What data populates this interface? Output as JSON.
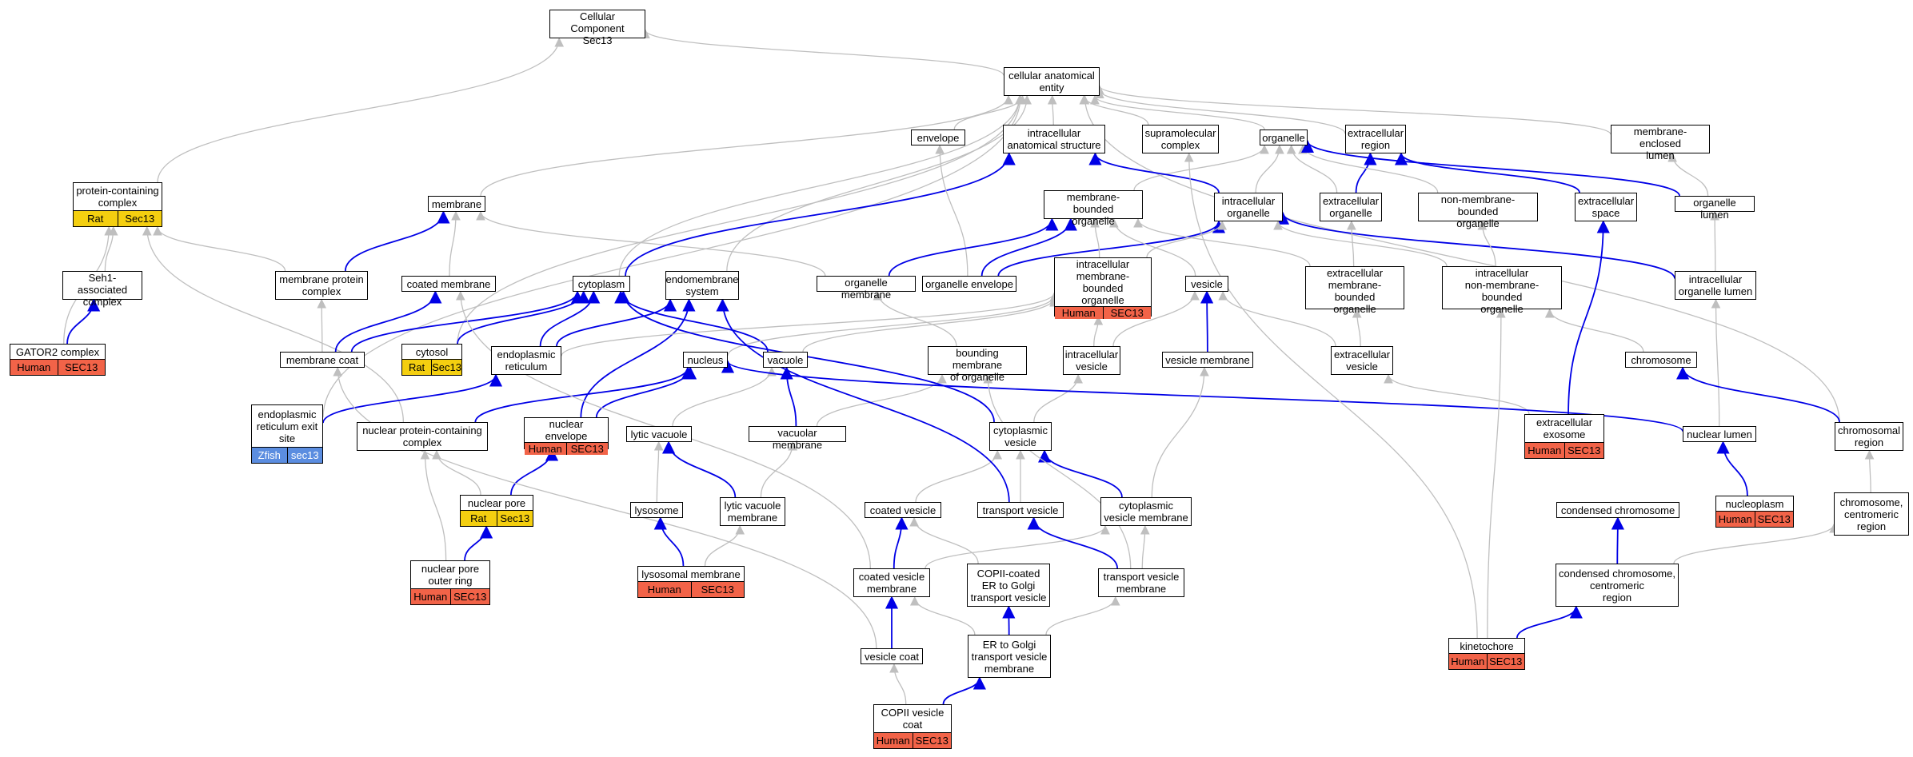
{
  "colors": {
    "grey_edge": "#bfbfbf",
    "blue_edge": "#0000e6",
    "Human": "#f26348",
    "Rat": "#f4cf10",
    "Zfish": "#5b8de0"
  },
  "nodes": [
    {
      "id": "cc",
      "label": "Cellular Component\nSec13",
      "tags": []
    },
    {
      "id": "cae",
      "label": "cellular anatomical\nentity",
      "tags": []
    },
    {
      "id": "pcc",
      "label": "protein-containing\ncomplex",
      "tags": [
        {
          "org": "Rat",
          "gene": "Sec13"
        }
      ]
    },
    {
      "id": "seh1",
      "label": "Seh1-associated\ncomplex",
      "tags": []
    },
    {
      "id": "gator2",
      "label": "GATOR2 complex",
      "tags": [
        {
          "org": "Human",
          "gene": "SEC13"
        }
      ]
    },
    {
      "id": "membrane",
      "label": "membrane",
      "tags": []
    },
    {
      "id": "mpc",
      "label": "membrane protein\ncomplex",
      "tags": []
    },
    {
      "id": "coatmem",
      "label": "coated membrane",
      "tags": []
    },
    {
      "id": "mcoat",
      "label": "membrane coat",
      "tags": []
    },
    {
      "id": "cytosol",
      "label": "cytosol",
      "tags": [
        {
          "org": "Rat",
          "gene": "Sec13"
        }
      ]
    },
    {
      "id": "eres",
      "label": "endoplasmic\nreticulum exit\nsite",
      "tags": [
        {
          "org": "Zfish",
          "gene": "sec13"
        }
      ]
    },
    {
      "id": "npc",
      "label": "nuclear protein-containing\ncomplex",
      "tags": []
    },
    {
      "id": "npore",
      "label": "nuclear pore",
      "tags": [
        {
          "org": "Rat",
          "gene": "Sec13"
        }
      ]
    },
    {
      "id": "npor",
      "label": "nuclear pore\nouter ring",
      "tags": [
        {
          "org": "Human",
          "gene": "SEC13"
        }
      ]
    },
    {
      "id": "cytoplasm",
      "label": "cytoplasm",
      "tags": []
    },
    {
      "id": "endomem",
      "label": "endomembrane\nsystem",
      "tags": []
    },
    {
      "id": "er",
      "label": "endoplasmic\nreticulum",
      "tags": []
    },
    {
      "id": "nucleus",
      "label": "nucleus",
      "tags": []
    },
    {
      "id": "vacuole",
      "label": "vacuole",
      "tags": []
    },
    {
      "id": "nenv",
      "label": "nuclear envelope",
      "tags": [
        {
          "org": "Human",
          "gene": "SEC13"
        }
      ]
    },
    {
      "id": "lvac",
      "label": "lytic vacuole",
      "tags": []
    },
    {
      "id": "vacmem",
      "label": "vacuolar membrane",
      "tags": []
    },
    {
      "id": "lysosome",
      "label": "lysosome",
      "tags": []
    },
    {
      "id": "lvacmem",
      "label": "lytic vacuole\nmembrane",
      "tags": []
    },
    {
      "id": "lysomem",
      "label": "lysosomal membrane",
      "tags": [
        {
          "org": "Human",
          "gene": "SEC13"
        }
      ]
    },
    {
      "id": "envelope",
      "label": "envelope",
      "tags": []
    },
    {
      "id": "ias",
      "label": "intracellular\nanatomical structure",
      "tags": []
    },
    {
      "id": "supra",
      "label": "supramolecular\ncomplex",
      "tags": []
    },
    {
      "id": "organelle",
      "label": "organelle",
      "tags": []
    },
    {
      "id": "extreg",
      "label": "extracellular\nregion",
      "tags": []
    },
    {
      "id": "memlumen",
      "label": "membrane-enclosed\nlumen",
      "tags": []
    },
    {
      "id": "mbo",
      "label": "membrane-bounded\norganelle",
      "tags": []
    },
    {
      "id": "intorg",
      "label": "intracellular\norganelle",
      "tags": []
    },
    {
      "id": "extorg",
      "label": "extracellular\norganelle",
      "tags": []
    },
    {
      "id": "nmbo",
      "label": "non-membrane-bounded\norganelle",
      "tags": []
    },
    {
      "id": "extspace",
      "label": "extracellular\nspace",
      "tags": []
    },
    {
      "id": "orglumen",
      "label": "organelle lumen",
      "tags": []
    },
    {
      "id": "orgmem",
      "label": "organelle membrane",
      "tags": []
    },
    {
      "id": "orgenv",
      "label": "organelle envelope",
      "tags": []
    },
    {
      "id": "imbo",
      "label": "intracellular\nmembrane-bounded\norganelle",
      "tags": [
        {
          "org": "Human",
          "gene": "SEC13"
        }
      ]
    },
    {
      "id": "vesicle",
      "label": "vesicle",
      "tags": []
    },
    {
      "id": "embo",
      "label": "extracellular\nmembrane-bounded\norganelle",
      "tags": []
    },
    {
      "id": "inmbo",
      "label": "intracellular\nnon-membrane-bounded\norganelle",
      "tags": []
    },
    {
      "id": "iol",
      "label": "intracellular\norganelle lumen",
      "tags": []
    },
    {
      "id": "bmo",
      "label": "bounding membrane\nof organelle",
      "tags": []
    },
    {
      "id": "intves",
      "label": "intracellular\nvesicle",
      "tags": []
    },
    {
      "id": "vesmem",
      "label": "vesicle membrane",
      "tags": []
    },
    {
      "id": "extves",
      "label": "extracellular\nvesicle",
      "tags": []
    },
    {
      "id": "chromosome",
      "label": "chromosome",
      "tags": []
    },
    {
      "id": "cytves",
      "label": "cytoplasmic\nvesicle",
      "tags": []
    },
    {
      "id": "extexo",
      "label": "extracellular\nexosome",
      "tags": [
        {
          "org": "Human",
          "gene": "SEC13"
        }
      ]
    },
    {
      "id": "nlumen",
      "label": "nuclear lumen",
      "tags": []
    },
    {
      "id": "chromreg",
      "label": "chromosomal\nregion",
      "tags": []
    },
    {
      "id": "coatves",
      "label": "coated vesicle",
      "tags": []
    },
    {
      "id": "transves",
      "label": "transport vesicle",
      "tags": []
    },
    {
      "id": "cvm",
      "label": "cytoplasmic\nvesicle membrane",
      "tags": []
    },
    {
      "id": "condchr",
      "label": "condensed chromosome",
      "tags": []
    },
    {
      "id": "nucleoplasm",
      "label": "nucleoplasm",
      "tags": [
        {
          "org": "Human",
          "gene": "SEC13"
        }
      ]
    },
    {
      "id": "ccr",
      "label": "chromosome,\ncentromeric\nregion",
      "tags": []
    },
    {
      "id": "cvmem",
      "label": "coated vesicle\nmembrane",
      "tags": []
    },
    {
      "id": "copii_tv",
      "label": "COPII-coated\nER to Golgi\ntransport vesicle",
      "tags": []
    },
    {
      "id": "tvm",
      "label": "transport vesicle\nmembrane",
      "tags": []
    },
    {
      "id": "ccc",
      "label": "condensed chromosome,\ncentromeric\nregion",
      "tags": []
    },
    {
      "id": "etgtvm",
      "label": "ER to Golgi\ntransport vesicle\nmembrane",
      "tags": []
    },
    {
      "id": "vcoat",
      "label": "vesicle coat",
      "tags": []
    },
    {
      "id": "kinetochore",
      "label": "kinetochore",
      "tags": [
        {
          "org": "Human",
          "gene": "SEC13"
        }
      ]
    },
    {
      "id": "copii",
      "label": "COPII vesicle\ncoat",
      "tags": [
        {
          "org": "Human",
          "gene": "SEC13"
        }
      ]
    }
  ],
  "edges": [
    {
      "from": "cae",
      "to": "cc",
      "kind": "is_a"
    },
    {
      "from": "pcc",
      "to": "cc",
      "kind": "is_a"
    },
    {
      "from": "envelope",
      "to": "cae",
      "kind": "is_a"
    },
    {
      "from": "ias",
      "to": "cae",
      "kind": "is_a"
    },
    {
      "from": "supra",
      "to": "cae",
      "kind": "is_a"
    },
    {
      "from": "organelle",
      "to": "cae",
      "kind": "is_a"
    },
    {
      "from": "extreg",
      "to": "cae",
      "kind": "is_a"
    },
    {
      "from": "memlumen",
      "to": "cae",
      "kind": "is_a"
    },
    {
      "from": "membrane",
      "to": "cae",
      "kind": "is_a"
    },
    {
      "from": "cytoplasm",
      "to": "cae",
      "kind": "is_a"
    },
    {
      "from": "endomem",
      "to": "cae",
      "kind": "is_a"
    },
    {
      "from": "eres",
      "to": "cae",
      "kind": "is_a"
    },
    {
      "from": "cytosol",
      "to": "cae",
      "kind": "is_a"
    },
    {
      "from": "chromreg",
      "to": "cae",
      "kind": "is_a"
    },
    {
      "from": "seh1",
      "to": "pcc",
      "kind": "is_a"
    },
    {
      "from": "gator2",
      "to": "pcc",
      "kind": "is_a"
    },
    {
      "from": "gator2",
      "to": "seh1",
      "kind": "part_of"
    },
    {
      "from": "mpc",
      "to": "pcc",
      "kind": "is_a"
    },
    {
      "from": "npc",
      "to": "pcc",
      "kind": "is_a"
    },
    {
      "from": "mpc",
      "to": "membrane",
      "kind": "part_of"
    },
    {
      "from": "coatmem",
      "to": "membrane",
      "kind": "is_a"
    },
    {
      "from": "orgmem",
      "to": "membrane",
      "kind": "is_a"
    },
    {
      "from": "mcoat",
      "to": "mpc",
      "kind": "is_a"
    },
    {
      "from": "mcoat",
      "to": "coatmem",
      "kind": "part_of"
    },
    {
      "from": "mcoat",
      "to": "cytoplasm",
      "kind": "part_of"
    },
    {
      "from": "cytosol",
      "to": "cytoplasm",
      "kind": "part_of"
    },
    {
      "from": "cytoplasm",
      "to": "ias",
      "kind": "part_of"
    },
    {
      "from": "er",
      "to": "cytoplasm",
      "kind": "part_of"
    },
    {
      "from": "er",
      "to": "endomem",
      "kind": "part_of"
    },
    {
      "from": "nenv",
      "to": "endomem",
      "kind": "part_of"
    },
    {
      "from": "eres",
      "to": "er",
      "kind": "part_of"
    },
    {
      "from": "er",
      "to": "imbo",
      "kind": "is_a"
    },
    {
      "from": "npc",
      "to": "nucleus",
      "kind": "part_of"
    },
    {
      "from": "nenv",
      "to": "nucleus",
      "kind": "part_of"
    },
    {
      "from": "npore",
      "to": "npc",
      "kind": "is_a"
    },
    {
      "from": "npor",
      "to": "npc",
      "kind": "is_a"
    },
    {
      "from": "npore",
      "to": "nenv",
      "kind": "part_of"
    },
    {
      "from": "npor",
      "to": "npore",
      "kind": "part_of"
    },
    {
      "from": "vcoat",
      "to": "mcoat",
      "kind": "is_a"
    },
    {
      "from": "vacuole",
      "to": "cytoplasm",
      "kind": "part_of"
    },
    {
      "from": "vacuole",
      "to": "imbo",
      "kind": "is_a"
    },
    {
      "from": "nucleus",
      "to": "imbo",
      "kind": "is_a"
    },
    {
      "from": "lvac",
      "to": "vacuole",
      "kind": "is_a"
    },
    {
      "from": "vacmem",
      "to": "vacuole",
      "kind": "part_of"
    },
    {
      "from": "vacmem",
      "to": "bmo",
      "kind": "is_a"
    },
    {
      "from": "lysosome",
      "to": "lvac",
      "kind": "is_a"
    },
    {
      "from": "lvacmem",
      "to": "lvac",
      "kind": "part_of"
    },
    {
      "from": "lvacmem",
      "to": "vacmem",
      "kind": "is_a"
    },
    {
      "from": "lysomem",
      "to": "lysosome",
      "kind": "part_of"
    },
    {
      "from": "lysomem",
      "to": "lvacmem",
      "kind": "is_a"
    },
    {
      "from": "ias",
      "to": "cae",
      "kind": "is_a"
    },
    {
      "from": "orgenv",
      "to": "envelope",
      "kind": "is_a"
    },
    {
      "from": "orgenv",
      "to": "mbo",
      "kind": "part_of"
    },
    {
      "from": "orgenv",
      "to": "intorg",
      "kind": "part_of"
    },
    {
      "from": "orgmem",
      "to": "mbo",
      "kind": "part_of"
    },
    {
      "from": "mbo",
      "to": "organelle",
      "kind": "is_a"
    },
    {
      "from": "intorg",
      "to": "organelle",
      "kind": "is_a"
    },
    {
      "from": "intorg",
      "to": "ias",
      "kind": "part_of"
    },
    {
      "from": "extorg",
      "to": "organelle",
      "kind": "is_a"
    },
    {
      "from": "extorg",
      "to": "extreg",
      "kind": "part_of"
    },
    {
      "from": "nmbo",
      "to": "organelle",
      "kind": "is_a"
    },
    {
      "from": "orglumen",
      "to": "organelle",
      "kind": "part_of"
    },
    {
      "from": "orglumen",
      "to": "memlumen",
      "kind": "is_a"
    },
    {
      "from": "extspace",
      "to": "extreg",
      "kind": "part_of"
    },
    {
      "from": "iol",
      "to": "orglumen",
      "kind": "is_a"
    },
    {
      "from": "iol",
      "to": "intorg",
      "kind": "part_of"
    },
    {
      "from": "imbo",
      "to": "mbo",
      "kind": "is_a"
    },
    {
      "from": "imbo",
      "to": "intorg",
      "kind": "is_a"
    },
    {
      "from": "vesicle",
      "to": "mbo",
      "kind": "is_a"
    },
    {
      "from": "embo",
      "to": "mbo",
      "kind": "is_a"
    },
    {
      "from": "embo",
      "to": "extorg",
      "kind": "is_a"
    },
    {
      "from": "inmbo",
      "to": "nmbo",
      "kind": "is_a"
    },
    {
      "from": "inmbo",
      "to": "intorg",
      "kind": "is_a"
    },
    {
      "from": "bmo",
      "to": "orgmem",
      "kind": "is_a"
    },
    {
      "from": "intves",
      "to": "imbo",
      "kind": "is_a"
    },
    {
      "from": "intves",
      "to": "vesicle",
      "kind": "is_a"
    },
    {
      "from": "vesmem",
      "to": "vesicle",
      "kind": "part_of"
    },
    {
      "from": "extves",
      "to": "vesicle",
      "kind": "is_a"
    },
    {
      "from": "extves",
      "to": "embo",
      "kind": "is_a"
    },
    {
      "from": "chromosome",
      "to": "inmbo",
      "kind": "is_a"
    },
    {
      "from": "cytves",
      "to": "intves",
      "kind": "is_a"
    },
    {
      "from": "cytves",
      "to": "cytoplasm",
      "kind": "part_of"
    },
    {
      "from": "extexo",
      "to": "extves",
      "kind": "is_a"
    },
    {
      "from": "extexo",
      "to": "extspace",
      "kind": "part_of"
    },
    {
      "from": "nlumen",
      "to": "nucleus",
      "kind": "part_of"
    },
    {
      "from": "nlumen",
      "to": "iol",
      "kind": "is_a"
    },
    {
      "from": "chromreg",
      "to": "chromosome",
      "kind": "part_of"
    },
    {
      "from": "coatves",
      "to": "cytves",
      "kind": "is_a"
    },
    {
      "from": "transves",
      "to": "cytves",
      "kind": "is_a"
    },
    {
      "from": "transves",
      "to": "endomem",
      "kind": "part_of"
    },
    {
      "from": "cvm",
      "to": "cytves",
      "kind": "part_of"
    },
    {
      "from": "cvm",
      "to": "vesmem",
      "kind": "is_a"
    },
    {
      "from": "nucleoplasm",
      "to": "nlumen",
      "kind": "part_of"
    },
    {
      "from": "ccr",
      "to": "chromreg",
      "kind": "is_a"
    },
    {
      "from": "cvmem",
      "to": "coatves",
      "kind": "part_of"
    },
    {
      "from": "cvmem",
      "to": "cvm",
      "kind": "is_a"
    },
    {
      "from": "cvmem",
      "to": "coatmem",
      "kind": "is_a"
    },
    {
      "from": "copii_tv",
      "to": "coatves",
      "kind": "is_a"
    },
    {
      "from": "tvm",
      "to": "transves",
      "kind": "part_of"
    },
    {
      "from": "tvm",
      "to": "cvm",
      "kind": "is_a"
    },
    {
      "from": "tvm",
      "to": "bmo",
      "kind": "is_a"
    },
    {
      "from": "ccc",
      "to": "condchr",
      "kind": "part_of"
    },
    {
      "from": "ccc",
      "to": "ccr",
      "kind": "is_a"
    },
    {
      "from": "etgtvm",
      "to": "copii_tv",
      "kind": "part_of"
    },
    {
      "from": "etgtvm",
      "to": "cvmem",
      "kind": "is_a"
    },
    {
      "from": "etgtvm",
      "to": "tvm",
      "kind": "is_a"
    },
    {
      "from": "vcoat",
      "to": "cvmem",
      "kind": "part_of"
    },
    {
      "from": "copii",
      "to": "vcoat",
      "kind": "is_a"
    },
    {
      "from": "copii",
      "to": "etgtvm",
      "kind": "part_of"
    },
    {
      "from": "kinetochore",
      "to": "ccc",
      "kind": "part_of"
    },
    {
      "from": "kinetochore",
      "to": "inmbo",
      "kind": "is_a"
    },
    {
      "from": "kinetochore",
      "to": "supra",
      "kind": "is_a"
    },
    {
      "from": "cytoplasm",
      "to": "ias",
      "kind": "part_of"
    },
    {
      "from": "chromreg",
      "to": "chromosome",
      "kind": "part_of"
    }
  ]
}
